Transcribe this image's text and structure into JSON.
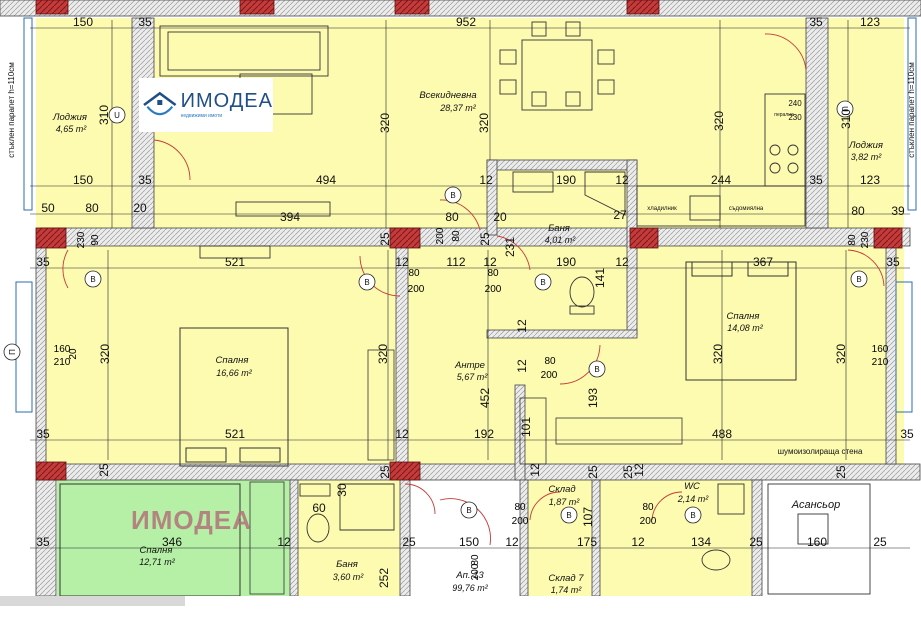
{
  "logo": {
    "name": "ИМОДЕА",
    "tagline": "недвижими имоти"
  },
  "watermark": "ИМОДЕА",
  "side_labels": {
    "left_parapet": "стъклен парапет h=110см",
    "right_parapet": "стъклен парапет h=110см"
  },
  "rooms": {
    "loggia_left": {
      "name": "Лоджия",
      "area": "4,65 m²"
    },
    "living": {
      "name": "Всекидневна",
      "area": "28,37 m²"
    },
    "bath_top": {
      "name": "Баня",
      "area": "4,01 m²"
    },
    "loggia_right": {
      "name": "Лоджия",
      "area": "3,82 m²"
    },
    "bedroom_left": {
      "name": "Спалня",
      "area": "16,66 m²"
    },
    "hall": {
      "name": "Антре",
      "area": "5,67 m²"
    },
    "bedroom_right": {
      "name": "Спалня",
      "area": "14,08 m²"
    },
    "storage": {
      "name": "Склад",
      "area": "1,87 m²"
    },
    "wc": {
      "name": "WC",
      "area": "2,14 m²"
    },
    "elevator": {
      "name": "Асансьор"
    },
    "bedroom_green": {
      "name": "Спалня",
      "area": "12,71 m²"
    },
    "bath_bottom": {
      "name": "Баня",
      "area": "3,60 m²"
    },
    "apartment": {
      "name": "Ап. 13",
      "area": "99,76 m²"
    },
    "storage7": {
      "name": "Склад 7",
      "area": "1,74 m²"
    }
  },
  "labels": {
    "noise_wall": "шумоизолираща стена",
    "fridge": "хладилник",
    "dishwasher": "съдомиялна",
    "stove_dim": "240",
    "stove_dim2": "230",
    "stove_label": "перална"
  },
  "axes": {
    "u": "U",
    "p": "П"
  },
  "door_tags": {
    "b": "B"
  },
  "dims": {
    "top": [
      "150",
      "35",
      "952",
      "35",
      "123"
    ],
    "row180": [
      "150",
      "35",
      "494",
      "12",
      "190",
      "12",
      "244",
      "35",
      "123"
    ],
    "row207": [
      "50",
      "80",
      "20",
      "394",
      "80",
      "20",
      "27",
      "80",
      "39"
    ],
    "row262": [
      "35",
      "521",
      "12",
      "112",
      "12",
      "190",
      "12",
      "367",
      "35"
    ],
    "row434": [
      "35",
      "521",
      "12",
      "192",
      "488",
      "35"
    ],
    "row543": [
      "35",
      "346",
      "12",
      "25",
      "150",
      "12",
      "175",
      "12",
      "134",
      "25",
      "160",
      "25"
    ],
    "vert": [
      "310",
      "320",
      "320",
      "320",
      "310",
      "320",
      "320",
      "320",
      "320",
      "452",
      "193",
      "101",
      "231",
      "141",
      "25",
      "25",
      "25",
      "25",
      "25",
      "25",
      "25",
      "12",
      "12",
      "12",
      "12",
      "107",
      "252",
      "60",
      "30"
    ],
    "doors": [
      "80",
      "200",
      "160",
      "210",
      "230",
      "90",
      "20"
    ]
  }
}
